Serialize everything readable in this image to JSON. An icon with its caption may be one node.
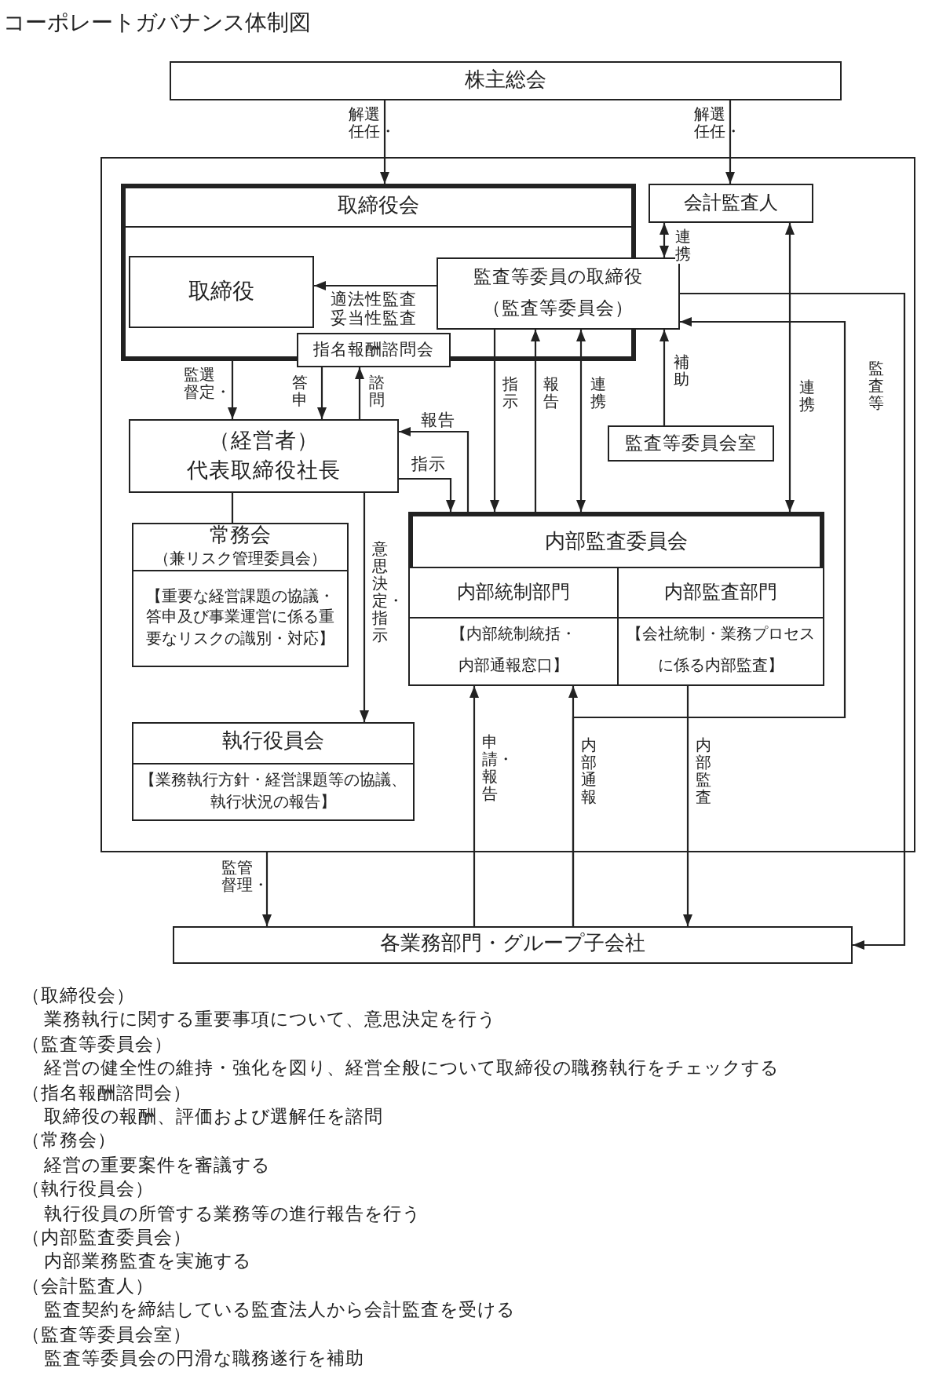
{
  "diagram": {
    "title": "コーポレートガバナンス体制図",
    "nodes": [
      {
        "text": [
          "株主総会"
        ]
      },
      {
        "text": [],
        "shape": "box"
      },
      {
        "text": [
          "取締役会"
        ],
        "in": 1
      },
      {
        "text": [
          "取締役"
        ],
        "in": 2
      },
      {
        "text": [
          "監査等委員の取締役",
          "（監査等委員会）"
        ],
        "in": 1
      },
      {
        "text": [
          "指名報酬諮問会"
        ],
        "in": 1
      },
      {
        "text": [
          "会計監査人"
        ],
        "in": 1
      },
      {
        "text": [
          "（経営者）",
          "代表取締役社長"
        ],
        "in": 1
      },
      {
        "text": [
          "監査等委員会室"
        ],
        "in": 1
      },
      {
        "text": [
          "常務会",
          "（兼リスク管理委員会）",
          "【重要な経営課題の協議・答申及び事業運営に係る重要なリスクの識別・対応】"
        ],
        "in": 1
      },
      {
        "text": [
          "内部監査委員会"
        ],
        "in": 1
      },
      {
        "text": [
          "内部統制部門",
          "【内部統制統括・内部通報窓口】"
        ],
        "in": 10
      },
      {
        "text": [
          "内部監査部門",
          "【会社統制・業務プロセスに係る内部監査】"
        ],
        "in": 10
      },
      {
        "text": [
          "執行役員会",
          "【業務執行方針・経営課題等の協議、執行状況の報告】"
        ],
        "in": 1
      },
      {
        "text": [
          "各業務部門・グループ子会社"
        ]
      }
    ],
    "edges": [
      {
        "from": 0,
        "to": 2,
        "arrow": "to",
        "label": "選任・解任"
      },
      {
        "from": 0,
        "to": 6,
        "arrow": "to",
        "label": "選任・解任"
      },
      {
        "from": 4,
        "to": 3,
        "arrow": "to",
        "label": "適法性監査妥当性監査"
      },
      {
        "from": 6,
        "to": 4,
        "arrow": "both",
        "label": "連携"
      },
      {
        "from": 2,
        "to": 7,
        "arrow": "to",
        "label": "選定・監督"
      },
      {
        "from": 5,
        "to": 7,
        "arrow": "to",
        "label": "答申"
      },
      {
        "from": 7,
        "to": 5,
        "arrow": "to",
        "label": "諮問"
      },
      {
        "from": 10,
        "to": 7,
        "arrow": "to",
        "label": "報告"
      },
      {
        "from": 7,
        "to": 10,
        "arrow": "to",
        "label": "指示"
      },
      {
        "from": 4,
        "to": 10,
        "arrow": "to",
        "label": "指示"
      },
      {
        "from": 10,
        "to": 4,
        "arrow": "to",
        "label": "報告"
      },
      {
        "from": 4,
        "to": 10,
        "arrow": "both",
        "label": "連携"
      },
      {
        "from": 8,
        "to": 4,
        "arrow": "to",
        "label": "補助"
      },
      {
        "from": 6,
        "to": 10,
        "arrow": "both",
        "label": "連携"
      },
      {
        "from": 4,
        "to": 14,
        "arrow": "to",
        "label": "監査等"
      },
      {
        "from": 14,
        "to": 11,
        "arrow": "to",
        "label": "内部通報"
      },
      {
        "from": 14,
        "to": 4,
        "arrow": "to"
      },
      {
        "from": 14,
        "to": 11,
        "arrow": "to",
        "label": "申請・報告"
      },
      {
        "from": 12,
        "to": 14,
        "arrow": "to",
        "label": "内部監査"
      },
      {
        "from": 1,
        "to": 14,
        "arrow": "to",
        "label": "管理・監督"
      },
      {
        "from": 7,
        "to": 9,
        "arrow": "none"
      },
      {
        "from": 7,
        "to": 13,
        "arrow": "to",
        "label": "意思決定・指示"
      }
    ],
    "labels": [
      "（取締役会）",
      "業務執行に関する重要事項について、意思決定を行う",
      "（監査等委員会）",
      "経営の健全性の維持・強化を図り、経営全般について取締役の職務執行をチェックする",
      "（指名報酬諮問会）",
      "取締役の報酬、評価および選解任を諮問",
      "（常務会）",
      "経営の重要案件を審議する",
      "（執行役員会）",
      "執行役員の所管する業務等の進行報告を行う",
      "（内部監査委員会）",
      "内部業務監査を実施する",
      "（会計監査人）",
      "監査契約を締結している監査法人から会計監査を受ける",
      "（監査等委員会室）",
      "監査等委員会の円滑な職務遂行を補助"
    ]
  }
}
